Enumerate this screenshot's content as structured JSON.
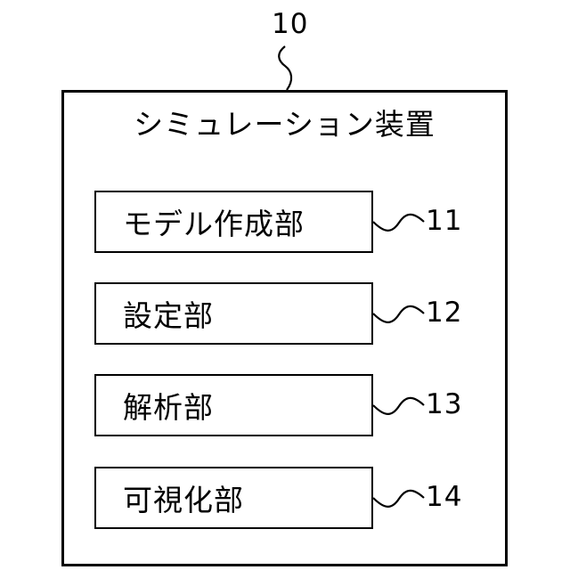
{
  "diagram": {
    "device": {
      "ref": "10",
      "title": "シミュレーション装置"
    },
    "units": [
      {
        "ref": "11",
        "label": "モデル作成部"
      },
      {
        "ref": "12",
        "label": "設定部"
      },
      {
        "ref": "13",
        "label": "解析部"
      },
      {
        "ref": "14",
        "label": "可視化部"
      }
    ]
  }
}
